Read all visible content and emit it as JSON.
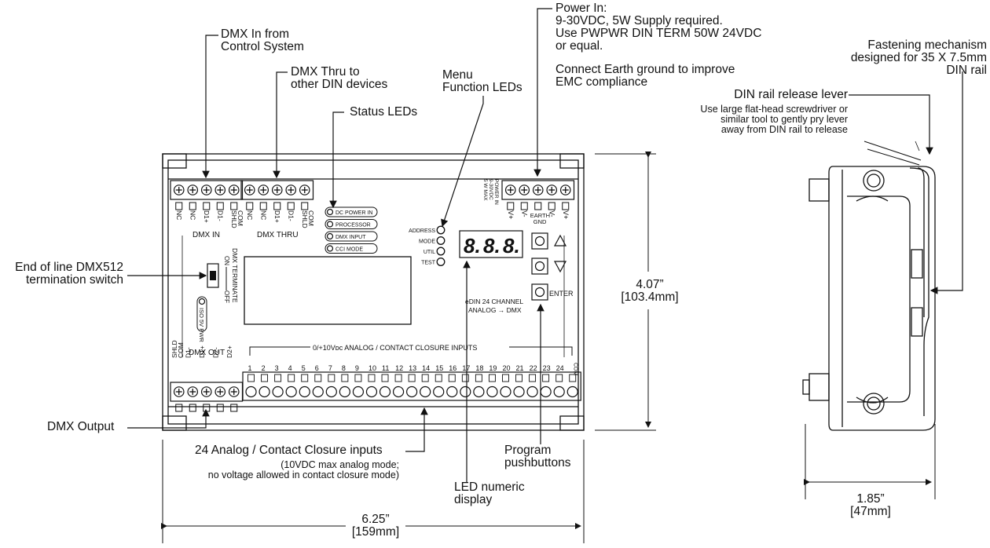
{
  "callouts": {
    "dmx_in": "DMX In from\nControl System",
    "dmx_thru": "DMX Thru to\nother DIN devices",
    "status_leds": "Status LEDs",
    "menu_leds": "Menu\nFunction LEDs",
    "power_in_title": "Power In:",
    "power_in_body": "9-30VDC, 5W Supply required.\nUse PWPWR DIN TERM 50W 24VDC\nor equal.",
    "earth_note": "Connect Earth ground to improve\nEMC compliance",
    "fastening": "Fastening mechanism\ndesigned for 35 X 7.5mm\nDIN rail",
    "din_release": "DIN rail release lever",
    "din_release_note": "Use large flat-head screwdriver or\nsimilar tool to gently pry lever\naway from DIN rail to release",
    "termination": "End of line DMX512\ntermination switch",
    "dmx_output": "DMX Output",
    "analog_inputs": "24 Analog / Contact Closure inputs",
    "analog_note": "(10VDC max analog mode;\nno voltage allowed in contact closure mode)",
    "program_buttons": "Program\npushbuttons",
    "led_display": "LED numeric\ndisplay"
  },
  "dimensions": {
    "height": "4.07”\n[103.4mm]",
    "width": "6.25”\n[159mm]",
    "depth": "1.85”\n[47mm]"
  },
  "panel": {
    "dmx_in_pins": [
      "NC",
      "NC",
      "D1+",
      "D1-",
      "SHLD\nCOM"
    ],
    "dmx_in_title": "DMX IN",
    "dmx_thru_pins": [
      "NC",
      "NC",
      "D1+",
      "D1-",
      "SHLD\nCOM"
    ],
    "dmx_thru_title": "DMX THRU",
    "status_leds": [
      "DC POWER IN",
      "PROCESSOR",
      "DMX INPUT",
      "CCI MODE"
    ],
    "power_label": "POWER IN\n9-30VDC\n5 W MAX",
    "power_pins": [
      "V+",
      "V-",
      "EARTH\nGND",
      "V-",
      "V+"
    ],
    "menu_leds": [
      "ADDRESS",
      "MODE",
      "UTIL",
      "TEST"
    ],
    "seg_display": [
      "8.",
      "8.",
      "8."
    ],
    "buttons": [
      "up",
      "down",
      "ENTER"
    ],
    "model_text": "eDIN 24 CHANNEL\nANALOG → DMX",
    "dmx_terminate": "DMX TERMINATE",
    "switch_on": "ON",
    "switch_off": "OFF",
    "iso_label": "ISO 5V PWR",
    "dmx_out_title": "DMX OUT",
    "dmx_out_pins": [
      "SHLD\nCOM",
      "D1-",
      "D1+",
      "D2-",
      "D2+"
    ],
    "analog_header": "0/+10Vᴅᴄ ANALOG / CONTACT CLOSURE INPUTS",
    "analog_numbers": [
      "1",
      "2",
      "3",
      "4",
      "5",
      "6",
      "7",
      "8",
      "9",
      "10",
      "11",
      "12",
      "13",
      "14",
      "15",
      "16",
      "17",
      "18",
      "19",
      "20",
      "21",
      "22",
      "23",
      "24",
      "COM"
    ]
  }
}
